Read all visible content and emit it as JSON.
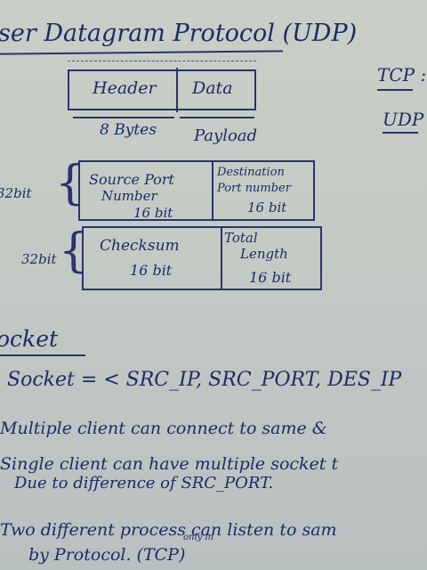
{
  "title": "ser Datagram Protocol (UDP)",
  "side_notes": {
    "tcp": "TCP :",
    "udp": "UDP"
  },
  "packet": {
    "header": "Header",
    "data": "Data",
    "header_size": "8 Bytes",
    "data_label": "Payload"
  },
  "udp_header": {
    "row_bits": "32bit",
    "row_bits_2": "32bit",
    "source_port": {
      "line1": "Source Port",
      "line2": "Number",
      "bits": "16 bit"
    },
    "dest_port": {
      "line1": "Destination",
      "line2": "Port number",
      "bits": "16 bit"
    },
    "checksum": {
      "line1": "Checksum",
      "bits": "16 bit"
    },
    "total_length": {
      "line1": "Total",
      "line2": "Length",
      "bits": "16 bit"
    }
  },
  "socket": {
    "heading": "ocket",
    "formula": "Socket = < SRC_IP, SRC_PORT, DES_IP",
    "points": [
      "Multiple client can connect to same &",
      "Single client can have multiple socket t",
      "Due to difference of SRC_PORT.",
      "Two different process can listen to sam",
      "by Protocol. (TCP)"
    ],
    "note": "only in"
  }
}
